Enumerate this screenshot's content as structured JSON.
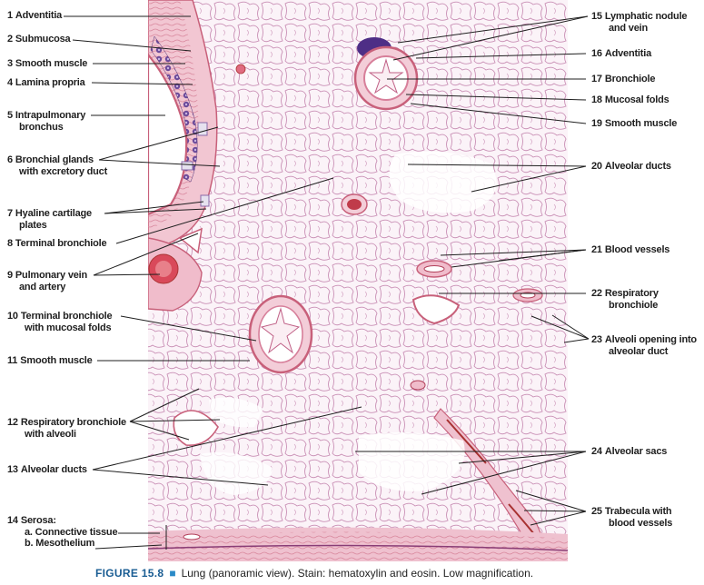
{
  "caption": {
    "figure_label": "FIGURE 15.8",
    "text": "Lung (panoramic view). Stain: hematoxylin and eosin. Low magnification.",
    "marker_color": "#2a8ac7",
    "label_color": "#1a5d93"
  },
  "colors": {
    "alveolar_wall": "#c98fb5",
    "tissue_pink": "#e9b7c8",
    "smooth_muscle": "#c8607a",
    "nuclei_purple": "#5b3a87",
    "blood_red": "#b33a3a",
    "background": "#ffffff"
  },
  "labels_left": [
    {
      "num": "1",
      "lines": [
        "Adventitia"
      ]
    },
    {
      "num": "2",
      "lines": [
        "Submucosa"
      ]
    },
    {
      "num": "3",
      "lines": [
        "Smooth muscle"
      ]
    },
    {
      "num": "4",
      "lines": [
        "Lamina propria"
      ]
    },
    {
      "num": "5",
      "lines": [
        "Intrapulmonary",
        "bronchus"
      ]
    },
    {
      "num": "6",
      "lines": [
        "Bronchial glands",
        "with excretory duct"
      ]
    },
    {
      "num": "7",
      "lines": [
        "Hyaline cartilage",
        "plates"
      ]
    },
    {
      "num": "8",
      "lines": [
        "Terminal bronchiole"
      ]
    },
    {
      "num": "9",
      "lines": [
        "Pulmonary vein",
        "and artery"
      ]
    },
    {
      "num": "10",
      "lines": [
        "Terminal bronchiole",
        "with mucosal folds"
      ]
    },
    {
      "num": "11",
      "lines": [
        "Smooth muscle"
      ]
    },
    {
      "num": "12",
      "lines": [
        "Respiratory bronchiole",
        "with alveoli"
      ]
    },
    {
      "num": "13",
      "lines": [
        "Alveolar ducts"
      ]
    },
    {
      "num": "14",
      "lines": [
        "Serosa:",
        "a. Connective tissue",
        "b. Mesothelium"
      ]
    }
  ],
  "labels_right": [
    {
      "num": "15",
      "lines": [
        "Lymphatic nodule",
        "and vein"
      ]
    },
    {
      "num": "16",
      "lines": [
        "Adventitia"
      ]
    },
    {
      "num": "17",
      "lines": [
        "Bronchiole"
      ]
    },
    {
      "num": "18",
      "lines": [
        "Mucosal folds"
      ]
    },
    {
      "num": "19",
      "lines": [
        "Smooth muscle"
      ]
    },
    {
      "num": "20",
      "lines": [
        "Alveolar ducts"
      ]
    },
    {
      "num": "21",
      "lines": [
        "Blood vessels"
      ]
    },
    {
      "num": "22",
      "lines": [
        "Respiratory",
        "bronchiole"
      ]
    },
    {
      "num": "23",
      "lines": [
        "Alveoli opening into",
        "alveolar duct"
      ]
    },
    {
      "num": "24",
      "lines": [
        "Alveolar sacs"
      ]
    },
    {
      "num": "25",
      "lines": [
        "Trabecula with",
        "blood vessels"
      ]
    }
  ]
}
